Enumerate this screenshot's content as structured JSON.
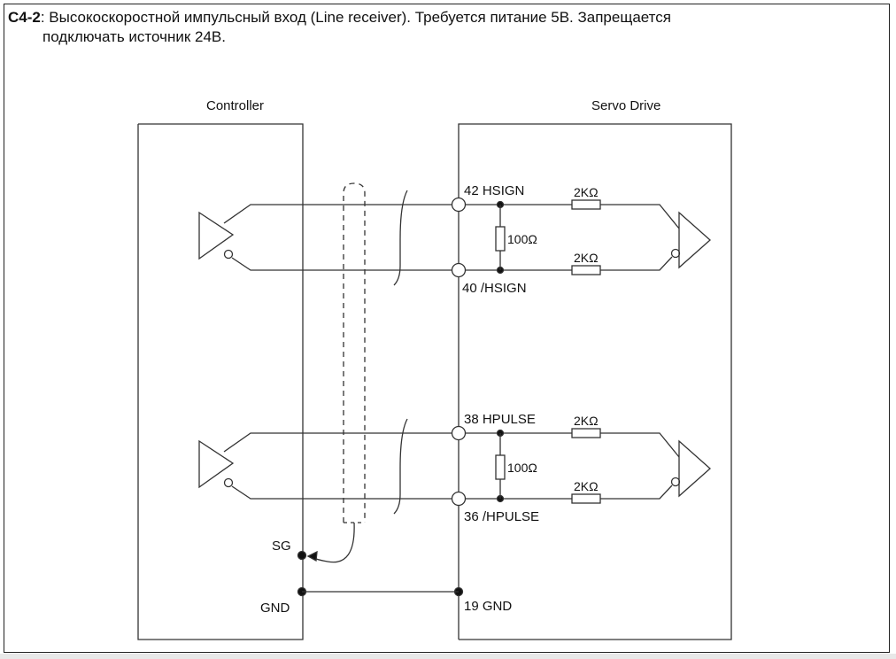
{
  "caption": {
    "code": "C4-2",
    "line1": ": Высокоскоростной импульсный вход (Line receiver). Требуется питание 5В. Запрещается",
    "line2": "подключать источник 24В."
  },
  "controller": {
    "title": "Controller",
    "sg": "SG",
    "gnd": "GND"
  },
  "servo": {
    "title": "Servo Drive",
    "pin42": "42 HSIGN",
    "pin40": "40 /HSIGN",
    "pin38": "38 HPULSE",
    "pin36": "36 /HPULSE",
    "pin19": "19 GND",
    "r_term": "100Ω",
    "r_series": "2KΩ"
  }
}
